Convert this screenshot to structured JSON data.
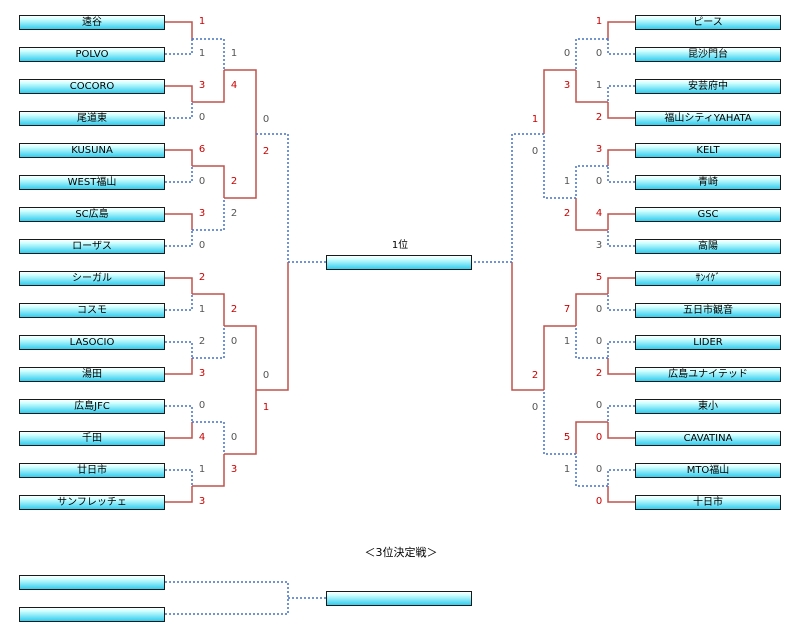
{
  "left_teams": [
    "遠谷",
    "POLVO",
    "COCORO",
    "尾道東",
    "KUSUNA",
    "WEST福山",
    "SC広島",
    "ローザス",
    "シーガル",
    "コスモ",
    "LASOCIO",
    "湯田",
    "広島JFC",
    "千田",
    "廿日市",
    "サンフレッチェ"
  ],
  "right_teams": [
    "ピース",
    "昆沙門台",
    "安芸府中",
    "福山シティYAHATA",
    "KELT",
    "青崎",
    "GSC",
    "高陽",
    "ｻﾝｲｹﾞ",
    "五日市観音",
    "LIDER",
    "広島ユナイテッド",
    "東小",
    "CAVATINA",
    "MTO福山",
    "十日市"
  ],
  "left_r1_scores": [
    "1",
    "1",
    "3",
    "0",
    "6",
    "0",
    "3",
    "0",
    "2",
    "1",
    "2",
    "3",
    "0",
    "4",
    "1",
    "3"
  ],
  "left_r2_scores": [
    "1",
    "4",
    "2",
    "2",
    "2",
    "0",
    "0",
    "3"
  ],
  "left_r3_scores": [
    "0",
    "2",
    "0",
    "1"
  ],
  "right_r1_scores": [
    "1",
    "0",
    "1",
    "2",
    "3",
    "0",
    "4",
    "3",
    "5",
    "0",
    "0",
    "2",
    "0",
    "0",
    "0",
    "0"
  ],
  "right_r2_scores": [
    "0",
    "3",
    "1",
    "2",
    "7",
    "1",
    "5",
    "1"
  ],
  "right_r3_scores": [
    "1",
    "0",
    "2",
    "0"
  ],
  "final_label": "1位",
  "third_place_label": "＜3位決定戦＞",
  "colors": {
    "winner": "#cc0000",
    "loser": "#555555",
    "win_line": "#c0504d",
    "lose_line": "#4472c4"
  }
}
